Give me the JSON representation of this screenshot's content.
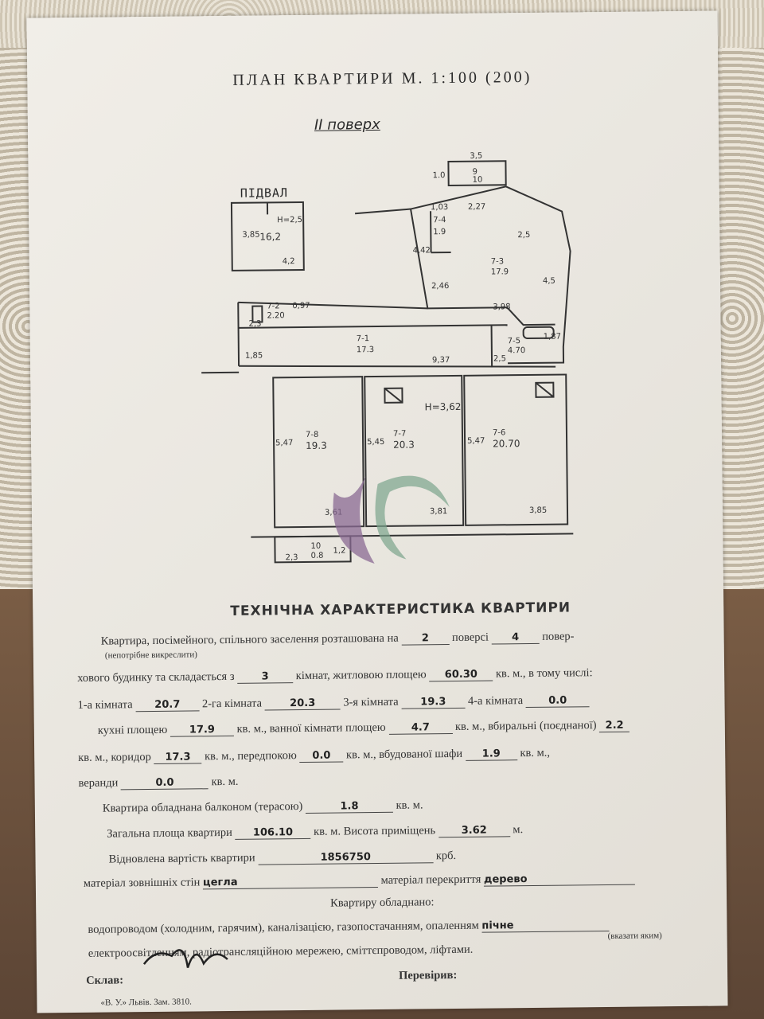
{
  "plan": {
    "title": "ПЛАН КВАРТИРИ М. 1:100 (200)",
    "floor_note": "II поверх",
    "basement_label": "ПІДВАЛ",
    "basement": {
      "area": "16,2",
      "height": "H=2,5",
      "dim_side": "3,85",
      "dim_bottom": "4,2"
    },
    "rooms": [
      {
        "code": "7-1",
        "area": "17.3"
      },
      {
        "code": "7-2",
        "area": "2.20"
      },
      {
        "code": "7-3",
        "area": "17.9"
      },
      {
        "code": "7-4",
        "area": "1.9"
      },
      {
        "code": "7-5",
        "area": "4.70"
      },
      {
        "code": "7-6",
        "area": "20.70"
      },
      {
        "code": "7-7",
        "area": "20.3"
      },
      {
        "code": "7-8",
        "area": "19.3"
      },
      {
        "code": "9",
        "area": "10"
      },
      {
        "code": "10",
        "area": "0.8"
      }
    ],
    "dims": {
      "top_balcony": "3,5",
      "top_side": "1.0",
      "kitchen_top": "2,27",
      "closet_w": "1,03",
      "kitchen_diag": "2,5",
      "left_wall": "4,42",
      "inner": "2,46",
      "kitchen_bottom": "3,98",
      "kitchen_side": "4,5",
      "wc_h": "0,97",
      "wc_w": "2,3",
      "corridor": "9,37",
      "corridor_h": "1,85",
      "bath_w": "2,5",
      "bath_h": "1,87",
      "height_main": "H=3,62",
      "r8_h": "5,47",
      "r7_h": "5,45",
      "r6_h": "5,47",
      "r8_w": "3,61",
      "r7_w": "3,81",
      "r6_w": "3,85",
      "balc_w": "2,3",
      "balc_h": "1,2"
    }
  },
  "tech": {
    "title": "ТЕХНІЧНА ХАРАКТЕРИСТИКА КВАРТИРИ",
    "l1a": "Квартира, посімейного, спільного заселення розташована на",
    "floor": "2",
    "l1b": "поверсі",
    "floors_total": "4",
    "l1c": "повер-",
    "l1_note": "(непотрібне викреслити)",
    "l2a": "хового будинку та складається з",
    "rooms_count": "3",
    "l2b": "кімнат, житловою площею",
    "living_area": "60.30",
    "l2c": "кв. м., в тому числі:",
    "l3a": "1-а кімната",
    "room1": "20.7",
    "l3b": "2-га кімната",
    "room2": "20.3",
    "l3c": "3-я кімната",
    "room3": "19.3",
    "l3d": "4-а кімната",
    "room4": "0.0",
    "l4a": "кухні площею",
    "kitchen": "17.9",
    "l4b": "кв. м., ванної кімнати площею",
    "bathroom": "4.7",
    "l4c": "кв. м., вбиральні (поєднаної)",
    "toilet": "2.2",
    "l5a": "кв. м., коридор",
    "corridor": "17.3",
    "l5b": "кв. м., передпокою",
    "hall": "0.0",
    "l5c": "кв. м., вбудованої шафи",
    "wardrobe": "1.9",
    "l5d": "кв. м.,",
    "l6a": "веранди",
    "veranda": "0.0",
    "l6b": "кв. м.",
    "l7a": "Квартира обладнана балконом (терасою)",
    "balcony": "1.8",
    "l7b": "кв. м.",
    "l8a": "Загальна площа квартири",
    "total_area": "106.10",
    "l8b": "кв. м. Висота приміщень",
    "height": "3.62",
    "l8c": "м.",
    "l9a": "Відновлена вартість квартири",
    "cost": "1856750",
    "l9b": "крб.",
    "l10a": "матеріал зовнішніх стін",
    "walls": "цегла",
    "l10b": "матеріал перекриття",
    "ceiling": "дерево",
    "l11": "Квартиру обладнано:",
    "l12": "водопроводом (холодним, гарячим), каналізацією, газопостачанням, опаленням",
    "heating": "пічне",
    "l12_note": "(вказати яким)",
    "l13": "електроосвітленням, радіотрансляційною мережею, сміттєпроводом, ліфтами.",
    "compiled": "Склав:",
    "checked": "Перевірив:",
    "printer": "«В. У.» Львів. Зам. 3810."
  },
  "colors": {
    "watermark_purple": "#8a6a93",
    "watermark_green": "#7aa48c"
  }
}
